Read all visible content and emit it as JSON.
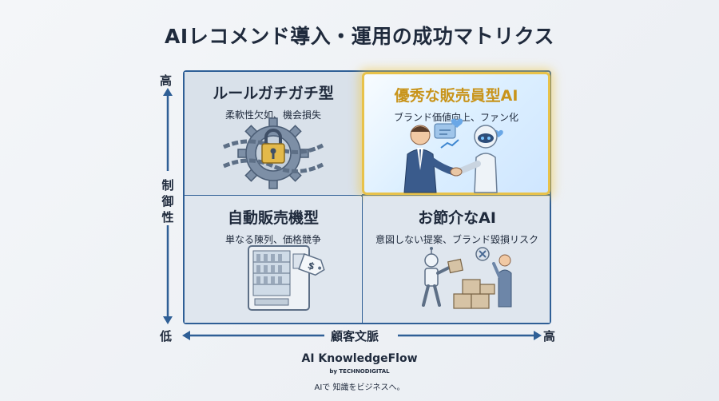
{
  "title": "AIレコメンド導入・運用の成功マトリクス",
  "axes": {
    "y_high": "高",
    "y_name": "制御性",
    "y_low": "低",
    "x_name": "顧客文脈",
    "x_high": "高"
  },
  "quadrants": {
    "top_left": {
      "title": "ルールガチガチ型",
      "subtitle": "柔軟性欠如、機会損失",
      "icon": "gear-lock-chain-icon"
    },
    "top_right": {
      "title": "優秀な販売員型AI",
      "subtitle": "ブランド価値向上、ファン化",
      "icon": "handshake-robot-icon"
    },
    "bottom_left": {
      "title": "自動販売機型",
      "subtitle": "単なる陳列、価格競争",
      "icon": "vending-machine-icon"
    },
    "bottom_right": {
      "title": "お節介なAI",
      "subtitle": "意図しない提案、ブランド毀損リスク",
      "icon": "robot-boxes-icon"
    }
  },
  "footer": {
    "brand": "AI KnowledgeFlow",
    "by": "by TECHNODIGITAL",
    "tagline": "AIで 知識をビジネスへ。"
  },
  "colors": {
    "accent_blue": "#2f5f96",
    "highlight_gold": "#e8c24a",
    "highlight_title": "#c8941b"
  }
}
